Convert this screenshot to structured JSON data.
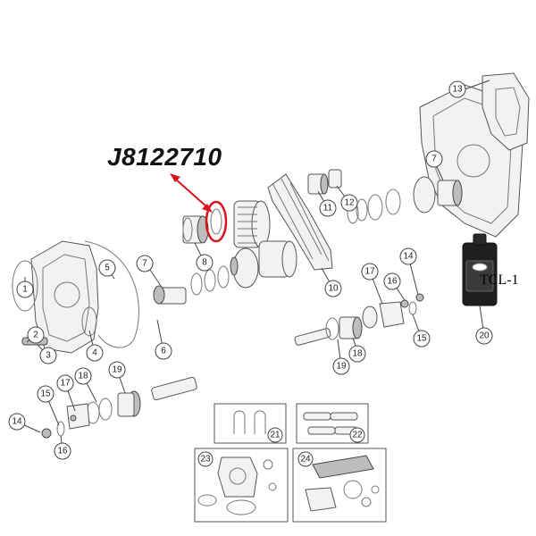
{
  "highlight": {
    "part_number": "J8122710",
    "color": "#d9141e"
  },
  "callouts": [
    {
      "key": "c1",
      "label": "1"
    },
    {
      "key": "c2",
      "label": "2"
    },
    {
      "key": "c3",
      "label": "3"
    },
    {
      "key": "c4",
      "label": "4"
    },
    {
      "key": "c5",
      "label": "5"
    },
    {
      "key": "c6",
      "label": "6"
    },
    {
      "key": "c7a",
      "label": "7"
    },
    {
      "key": "c7b",
      "label": "7"
    },
    {
      "key": "c8",
      "label": "8"
    },
    {
      "key": "c10",
      "label": "10"
    },
    {
      "key": "c11",
      "label": "11"
    },
    {
      "key": "c12",
      "label": "12"
    },
    {
      "key": "c13",
      "label": "13"
    },
    {
      "key": "c14a",
      "label": "14"
    },
    {
      "key": "c14b",
      "label": "14"
    },
    {
      "key": "c15a",
      "label": "15"
    },
    {
      "key": "c15b",
      "label": "15"
    },
    {
      "key": "c16a",
      "label": "16"
    },
    {
      "key": "c16b",
      "label": "16"
    },
    {
      "key": "c17a",
      "label": "17"
    },
    {
      "key": "c17b",
      "label": "17"
    },
    {
      "key": "c18a",
      "label": "18"
    },
    {
      "key": "c18b",
      "label": "18"
    },
    {
      "key": "c19a",
      "label": "19"
    },
    {
      "key": "c19b",
      "label": "19"
    },
    {
      "key": "c20",
      "label": "20"
    },
    {
      "key": "c21",
      "label": "21"
    },
    {
      "key": "c22",
      "label": "22"
    },
    {
      "key": "c23",
      "label": "23"
    },
    {
      "key": "c24",
      "label": "24"
    }
  ],
  "fluid": {
    "label": "TCL-1"
  }
}
